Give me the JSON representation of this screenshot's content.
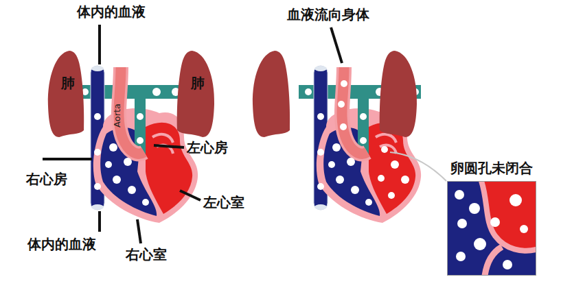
{
  "diagram": {
    "nodes": [
      {
        "text": [
          "肺"
        ]
      },
      {
        "text": [
          "肺"
        ]
      },
      {
        "text": [
          "卵圆孔未闭合"
        ]
      }
    ],
    "labels": [
      "体内的血液",
      "血液流向身体",
      "Aorta",
      "左心房",
      "右心房",
      "左心室",
      "体内的血液",
      "右心室"
    ]
  }
}
